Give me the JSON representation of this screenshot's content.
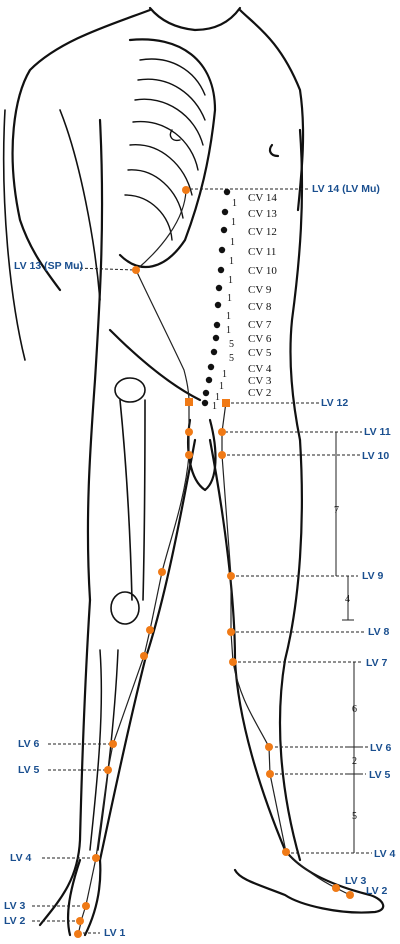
{
  "colors": {
    "point": "#f07a16",
    "label": "#1a4f8f",
    "line": "#222222",
    "body": "#111111"
  },
  "labels": {
    "lv14": "LV 14 (LV Mu)",
    "lv13": "LV 13 (SP Mu)",
    "lv12": "LV 12",
    "lv11": "LV 11",
    "lv10": "LV 10",
    "lv9": "LV 9",
    "lv8": "LV 8",
    "lv7": "LV 7",
    "lv6_left": "LV 6",
    "lv6_right": "LV 6",
    "lv5_left": "LV 5",
    "lv5_right": "LV 5",
    "lv4_left": "LV 4",
    "lv4_right": "LV 4",
    "lv3_left": "LV 3",
    "lv3_right": "LV 3",
    "lv2_left": "LV 2",
    "lv2_right": "LV 2",
    "lv1": "LV 1"
  },
  "cv_labels": [
    "CV 14",
    "CV 13",
    "CV 12",
    "CV 11",
    "CV 10",
    "CV 9",
    "CV 8",
    "CV 7",
    "CV 6",
    "CV 5",
    "CV 4",
    "CV 3",
    "CV 2"
  ],
  "cun_numbers": [
    "1",
    "1",
    "1",
    "1",
    "1",
    "1",
    "1",
    "1",
    "5",
    "5",
    "1",
    "1",
    "1",
    "1"
  ],
  "measures": {
    "upper_leg_1": "7",
    "upper_leg_2": "4",
    "lower_leg_1": "6",
    "lower_leg_2": "2",
    "lower_leg_3": "5"
  }
}
